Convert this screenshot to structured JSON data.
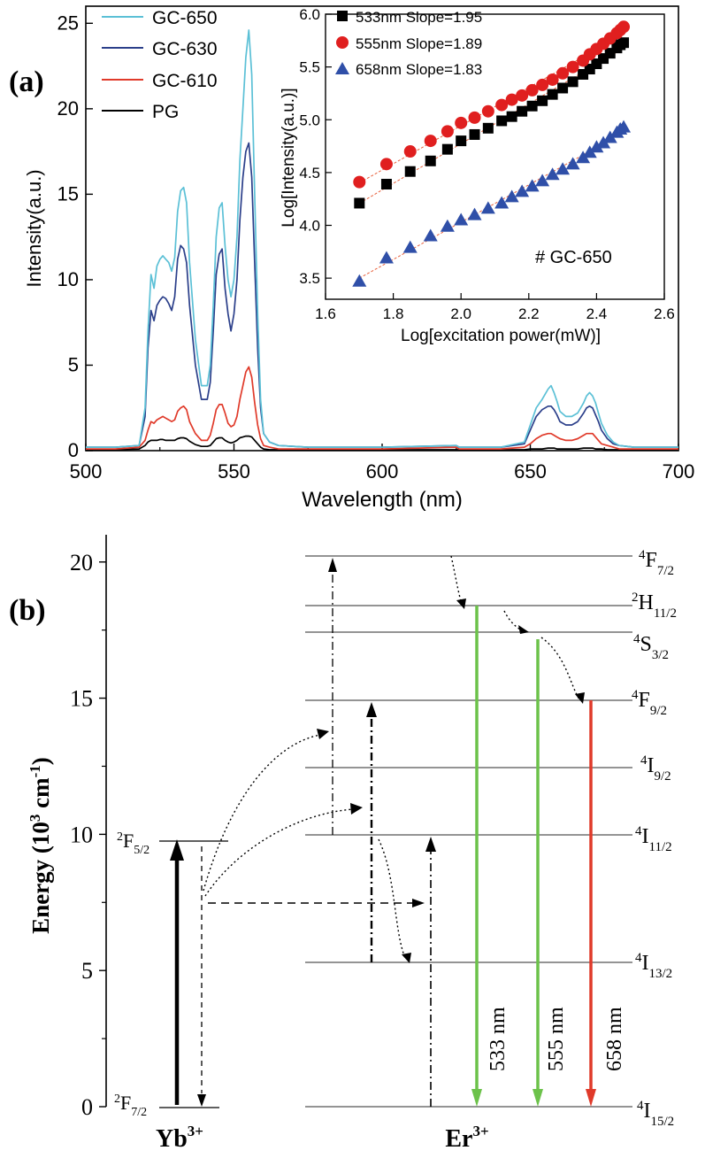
{
  "panel_a": {
    "label": "(a)",
    "main": {
      "xlabel": "Wavelength (nm)",
      "ylabel": "Intensity(a.u.)",
      "xlim": [
        500,
        700
      ],
      "ylim": [
        0,
        26
      ],
      "xticks": [
        "500",
        "550",
        "600",
        "650",
        "700"
      ],
      "yticks": [
        "0",
        "5",
        "10",
        "15",
        "20",
        "25"
      ],
      "legend": [
        "GC-650",
        "GC-630",
        "GC-610",
        "PG"
      ]
    },
    "inset": {
      "xlabel": "Log[excitation power(mW)]",
      "ylabel": "Log[Intensity(a.u.)]",
      "xlim": [
        1.6,
        2.6
      ],
      "ylim": [
        3.3,
        6.0
      ],
      "xticks": [
        "1.6",
        "1.8",
        "2.0",
        "2.2",
        "2.4",
        "2.6"
      ],
      "yticks": [
        "3.5",
        "4.0",
        "4.5",
        "5.0",
        "5.5",
        "6.0"
      ],
      "legend": [
        "533nm Slope=1.95",
        "555nm Slope=1.89",
        "658nm Slope=1.83"
      ],
      "annotation": "# GC-650"
    }
  },
  "panel_b": {
    "label": "(b)",
    "ylabel": "Energy (10",
    "ylabel_sup": "3",
    "ylabel_unit": " cm",
    "ylabel_sup2": "-1",
    "ylabel_close": ")",
    "ylim": [
      0,
      21
    ],
    "yticks": [
      "0",
      "5",
      "10",
      "15",
      "20"
    ],
    "yb_label": "Yb",
    "yb_sup": "3+",
    "er_label": "Er",
    "er_sup": "3+",
    "yb_levels": [
      {
        "main": "F",
        "pre": "2",
        "sub": "5/2"
      },
      {
        "main": "F",
        "pre": "2",
        "sub": "7/2"
      }
    ],
    "er_levels": [
      {
        "main": "F",
        "pre": "4",
        "sub": "7/2"
      },
      {
        "main": "H",
        "pre": "2",
        "sub": "11/2"
      },
      {
        "main": "S",
        "pre": "4",
        "sub": "3/2"
      },
      {
        "main": "F",
        "pre": "4",
        "sub": "9/2"
      },
      {
        "main": "I",
        "pre": "4",
        "sub": "9/2"
      },
      {
        "main": "I",
        "pre": "4",
        "sub": "11/2"
      },
      {
        "main": "I",
        "pre": "4",
        "sub": "13/2"
      },
      {
        "main": "I",
        "pre": "4",
        "sub": "15/2"
      }
    ],
    "emissions": [
      "533 nm",
      "555 nm",
      "658 nm"
    ],
    "colors": {
      "green": "#6cc24a",
      "red": "#e03a2a"
    }
  },
  "chart_data": [
    {
      "type": "line",
      "xlabel": "Wavelength (nm)",
      "ylabel": "Intensity(a.u.)",
      "xlim": [
        500,
        700
      ],
      "ylim": [
        0,
        26
      ],
      "x": [
        500,
        510,
        518,
        520,
        521,
        522,
        523,
        524,
        525,
        526,
        527,
        528,
        529,
        530,
        531,
        532,
        533,
        534,
        535,
        537,
        539,
        541,
        542,
        543,
        544,
        545,
        546,
        547,
        548,
        549,
        550,
        551,
        552,
        553,
        554,
        555,
        556,
        557,
        558,
        559,
        560,
        562,
        565,
        575,
        600,
        625,
        626,
        627,
        640,
        648,
        650,
        652,
        654,
        656,
        657,
        658,
        659,
        660,
        662,
        664,
        666,
        668,
        669,
        670,
        671,
        672,
        673,
        674,
        676,
        678,
        680,
        685,
        700
      ],
      "series": [
        {
          "name": "GC-650",
          "color": "#5bc0d6",
          "values": [
            0.2,
            0.2,
            0.3,
            2.5,
            7,
            10.3,
            9.5,
            10.8,
            11.2,
            11.4,
            11.2,
            11,
            10.5,
            11.3,
            14,
            15.2,
            15.4,
            14.5,
            11,
            6.5,
            3.8,
            3.8,
            5,
            8.5,
            12.5,
            14.2,
            14.5,
            12,
            10,
            9,
            10,
            12.5,
            17,
            20,
            23,
            24.6,
            22,
            15,
            8,
            3,
            1,
            0.5,
            0.3,
            0.2,
            0.2,
            0.3,
            0.2,
            0.2,
            0.2,
            0.5,
            1.5,
            2.5,
            3,
            3.6,
            3.8,
            3.4,
            2.9,
            2.3,
            2,
            2,
            2.2,
            2.8,
            3.2,
            3.4,
            3.2,
            2.8,
            2.2,
            1.6,
            0.9,
            0.5,
            0.3,
            0.2,
            0.2
          ]
        },
        {
          "name": "GC-630",
          "color": "#2b3f8a",
          "values": [
            0.2,
            0.2,
            0.3,
            2,
            6,
            8.2,
            7.6,
            8.5,
            8.8,
            9,
            8.9,
            8.6,
            8.2,
            9,
            11.2,
            12,
            11.8,
            11,
            8.5,
            5,
            3,
            3,
            4,
            7,
            10.3,
            11.5,
            11.8,
            9.5,
            8,
            7,
            8,
            10,
            13.5,
            16,
            17.5,
            18,
            16,
            11,
            6,
            2.5,
            1,
            0.5,
            0.3,
            0.2,
            0.2,
            0.3,
            0.2,
            0.2,
            0.2,
            0.4,
            1.2,
            2,
            2.4,
            2.6,
            2.6,
            2.4,
            2.1,
            1.7,
            1.5,
            1.5,
            1.7,
            2.2,
            2.5,
            2.6,
            2.5,
            2.1,
            1.7,
            1.2,
            0.7,
            0.4,
            0.3,
            0.2,
            0.2
          ]
        },
        {
          "name": "GC-610",
          "color": "#e03a2a",
          "values": [
            0.1,
            0.1,
            0.2,
            0.6,
            1.2,
            1.7,
            1.6,
            1.8,
            1.9,
            2,
            1.9,
            1.8,
            1.7,
            1.8,
            2.3,
            2.5,
            2.6,
            2.4,
            1.7,
            1,
            0.6,
            0.6,
            0.9,
            1.6,
            2.4,
            2.7,
            2.7,
            2.2,
            1.6,
            1.4,
            1.5,
            2,
            3,
            3.8,
            4.6,
            4.9,
            4.3,
            2.8,
            1.5,
            0.7,
            0.3,
            0.2,
            0.1,
            0.1,
            0.1,
            0.2,
            0.1,
            0.1,
            0.1,
            0.2,
            0.4,
            0.7,
            0.9,
            1,
            1,
            0.9,
            0.8,
            0.7,
            0.6,
            0.6,
            0.7,
            0.9,
            1,
            1,
            1,
            0.8,
            0.6,
            0.4,
            0.3,
            0.2,
            0.1,
            0.1,
            0.1
          ]
        },
        {
          "name": "PG",
          "color": "#000000",
          "values": [
            0.05,
            0.05,
            0.1,
            0.3,
            0.5,
            0.6,
            0.6,
            0.6,
            0.65,
            0.65,
            0.6,
            0.6,
            0.6,
            0.6,
            0.7,
            0.75,
            0.75,
            0.7,
            0.55,
            0.35,
            0.25,
            0.25,
            0.3,
            0.5,
            0.7,
            0.75,
            0.75,
            0.6,
            0.5,
            0.45,
            0.5,
            0.6,
            0.75,
            0.8,
            0.85,
            0.85,
            0.8,
            0.6,
            0.4,
            0.2,
            0.1,
            0.05,
            0.05,
            0.05,
            0.05,
            0.05,
            0.05,
            0.05,
            0.05,
            0.05,
            0.1,
            0.1,
            0.1,
            0.15,
            0.15,
            0.15,
            0.1,
            0.1,
            0.1,
            0.1,
            0.1,
            0.15,
            0.15,
            0.15,
            0.15,
            0.1,
            0.1,
            0.1,
            0.05,
            0.05,
            0.05,
            0.05,
            0.05
          ]
        }
      ]
    },
    {
      "type": "scatter",
      "xlabel": "Log[excitation power(mW)]",
      "ylabel": "Log[Intensity(a.u.)]",
      "xlim": [
        1.6,
        2.6
      ],
      "ylim": [
        3.3,
        6.0
      ],
      "x": [
        1.7,
        1.78,
        1.85,
        1.91,
        1.96,
        2.0,
        2.04,
        2.08,
        2.12,
        2.15,
        2.18,
        2.21,
        2.24,
        2.27,
        2.3,
        2.33,
        2.36,
        2.38,
        2.4,
        2.42,
        2.44,
        2.46,
        2.47,
        2.48
      ],
      "series": [
        {
          "name": "533nm Slope=1.95",
          "marker": "square",
          "color": "#000000",
          "values": [
            4.21,
            4.39,
            4.51,
            4.61,
            4.72,
            4.8,
            4.86,
            4.92,
            4.99,
            5.03,
            5.08,
            5.13,
            5.18,
            5.24,
            5.3,
            5.36,
            5.43,
            5.48,
            5.53,
            5.58,
            5.63,
            5.68,
            5.71,
            5.73
          ]
        },
        {
          "name": "555nm Slope=1.89",
          "marker": "circle",
          "color": "#e01f1f",
          "values": [
            4.41,
            4.58,
            4.7,
            4.8,
            4.89,
            4.97,
            5.02,
            5.08,
            5.14,
            5.19,
            5.23,
            5.28,
            5.33,
            5.38,
            5.44,
            5.5,
            5.56,
            5.62,
            5.67,
            5.72,
            5.77,
            5.82,
            5.85,
            5.88
          ]
        },
        {
          "name": "658nm Slope=1.83",
          "marker": "triangle",
          "color": "#2f4fa8",
          "values": [
            3.47,
            3.69,
            3.79,
            3.9,
            3.99,
            4.05,
            4.1,
            4.16,
            4.21,
            4.27,
            4.32,
            4.37,
            4.42,
            4.48,
            4.53,
            4.58,
            4.64,
            4.69,
            4.74,
            4.78,
            4.83,
            4.88,
            4.91,
            4.93
          ]
        }
      ]
    }
  ]
}
